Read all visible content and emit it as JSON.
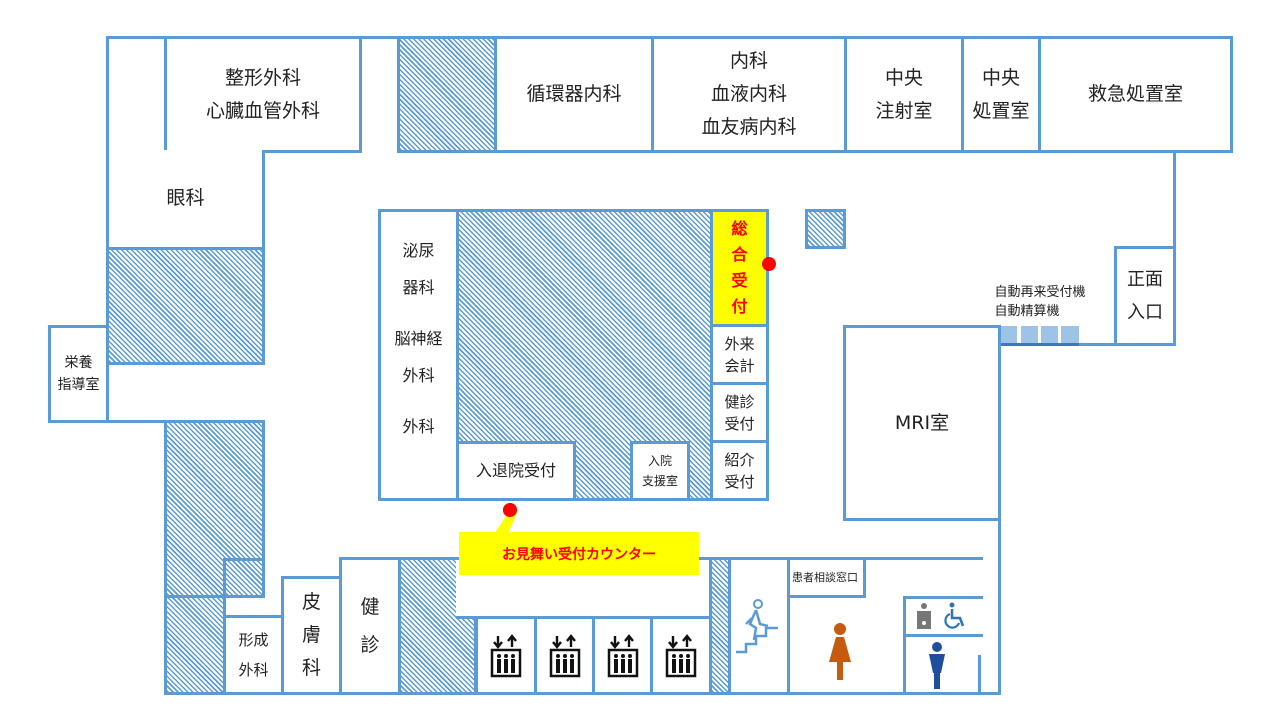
{
  "map": {
    "top_row": {
      "orthopedics": "整形外科\n心臓血管外科",
      "cardiology": "循環器内科",
      "internal_medicine": "内科\n血液内科\n血友病内科",
      "central_injection": "中央\n注射室",
      "central_treatment": "中央\n処置室",
      "emergency": "救急処置室"
    },
    "left_wing": {
      "ophthalmology": "眼科",
      "nutrition": "栄養\n指導室"
    },
    "center_block": {
      "urology": "泌尿\n器科",
      "neurosurgery": "脳神経\n外科",
      "surgery": "外科",
      "general_reception": "総\n合\n受\n付",
      "outpatient_accounting": "外来\n会計",
      "checkup_reception": "健診\n受付",
      "referral_reception": "紹介\n受付",
      "admission_discharge": "入退院受付",
      "admission_support": "入院\n支援室"
    },
    "right_side": {
      "kiosks_label": "自動再来受付機\n自動精算機",
      "main_entrance": "正面\n入口",
      "mri": "MRI室"
    },
    "bottom_row": {
      "plastic_surgery": "形成\n外科",
      "dermatology": "皮\n膚\n科",
      "health_checkup": "健\n診",
      "patient_consultation": "患者相談窓口",
      "visitor_counter": "お見舞い受付カウンター"
    },
    "icons": {
      "elevators": [
        "elevator-icon",
        "elevator-icon",
        "elevator-icon",
        "elevator-icon"
      ],
      "stairs": "stairs-icon",
      "womens_restroom": "female-restroom-icon",
      "multipurpose_restroom": "ostomate-icon",
      "accessible_restroom": "wheelchair-icon",
      "mens_restroom": "male-restroom-icon"
    },
    "colors": {
      "wall": "#5b9bd5",
      "highlight": "#ffff00",
      "accent_red": "#ff0000",
      "female": "#c55a11",
      "male": "#1f4e9c"
    }
  }
}
